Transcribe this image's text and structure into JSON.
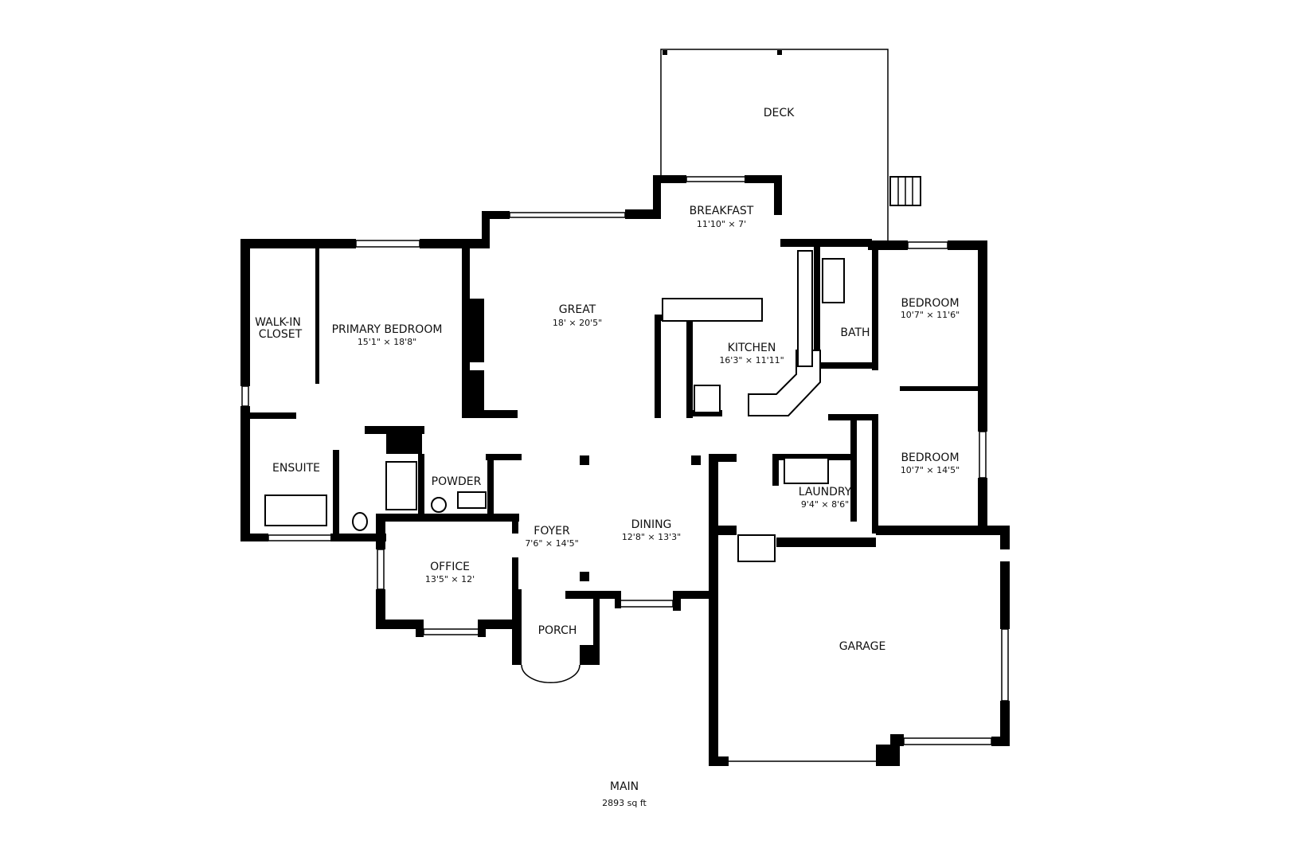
{
  "floor": {
    "name": "MAIN",
    "area": "2893 sq ft"
  },
  "rooms": {
    "deck": {
      "name": "DECK"
    },
    "breakfast": {
      "name": "BREAKFAST",
      "dims": "11'10\" × 7'"
    },
    "great": {
      "name": "GREAT",
      "dims": "18' × 20'5\""
    },
    "kitchen": {
      "name": "KITCHEN",
      "dims": "16'3\" × 11'11\""
    },
    "walkin": {
      "name_line1": "WALK-IN",
      "name_line2": "CLOSET"
    },
    "primary": {
      "name": "PRIMARY BEDROOM",
      "dims": "15'1\" × 18'8\""
    },
    "bedroom1": {
      "name": "BEDROOM",
      "dims": "10'7\" × 11'6\""
    },
    "bath": {
      "name": "BATH"
    },
    "bedroom2": {
      "name": "BEDROOM",
      "dims": "10'7\" × 14'5\""
    },
    "ensuite": {
      "name": "ENSUITE"
    },
    "powder": {
      "name": "POWDER"
    },
    "laundry": {
      "name": "LAUNDRY",
      "dims": "9'4\" × 8'6\""
    },
    "foyer": {
      "name": "FOYER",
      "dims": "7'6\" × 14'5\""
    },
    "dining": {
      "name": "DINING",
      "dims": "12'8\" × 13'3\""
    },
    "office": {
      "name": "OFFICE",
      "dims": "13'5\" × 12'"
    },
    "porch": {
      "name": "PORCH"
    },
    "garage": {
      "name": "GARAGE"
    }
  }
}
